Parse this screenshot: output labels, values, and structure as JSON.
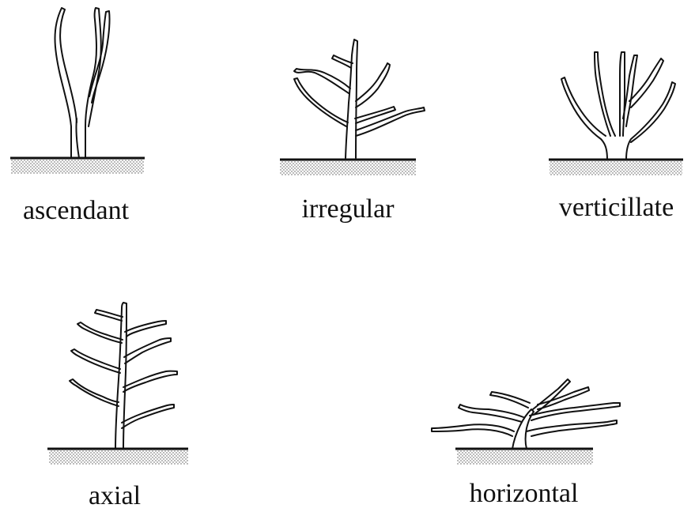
{
  "figures": [
    {
      "id": "ascendant",
      "label": "ascendant"
    },
    {
      "id": "irregular",
      "label": "irregular"
    },
    {
      "id": "verticillate",
      "label": "verticillate"
    },
    {
      "id": "axial",
      "label": "axial"
    },
    {
      "id": "horizontal",
      "label": "horizontal"
    }
  ],
  "colors": {
    "ink": "#111111",
    "soil_dots": "#555555",
    "background": "#ffffff"
  }
}
